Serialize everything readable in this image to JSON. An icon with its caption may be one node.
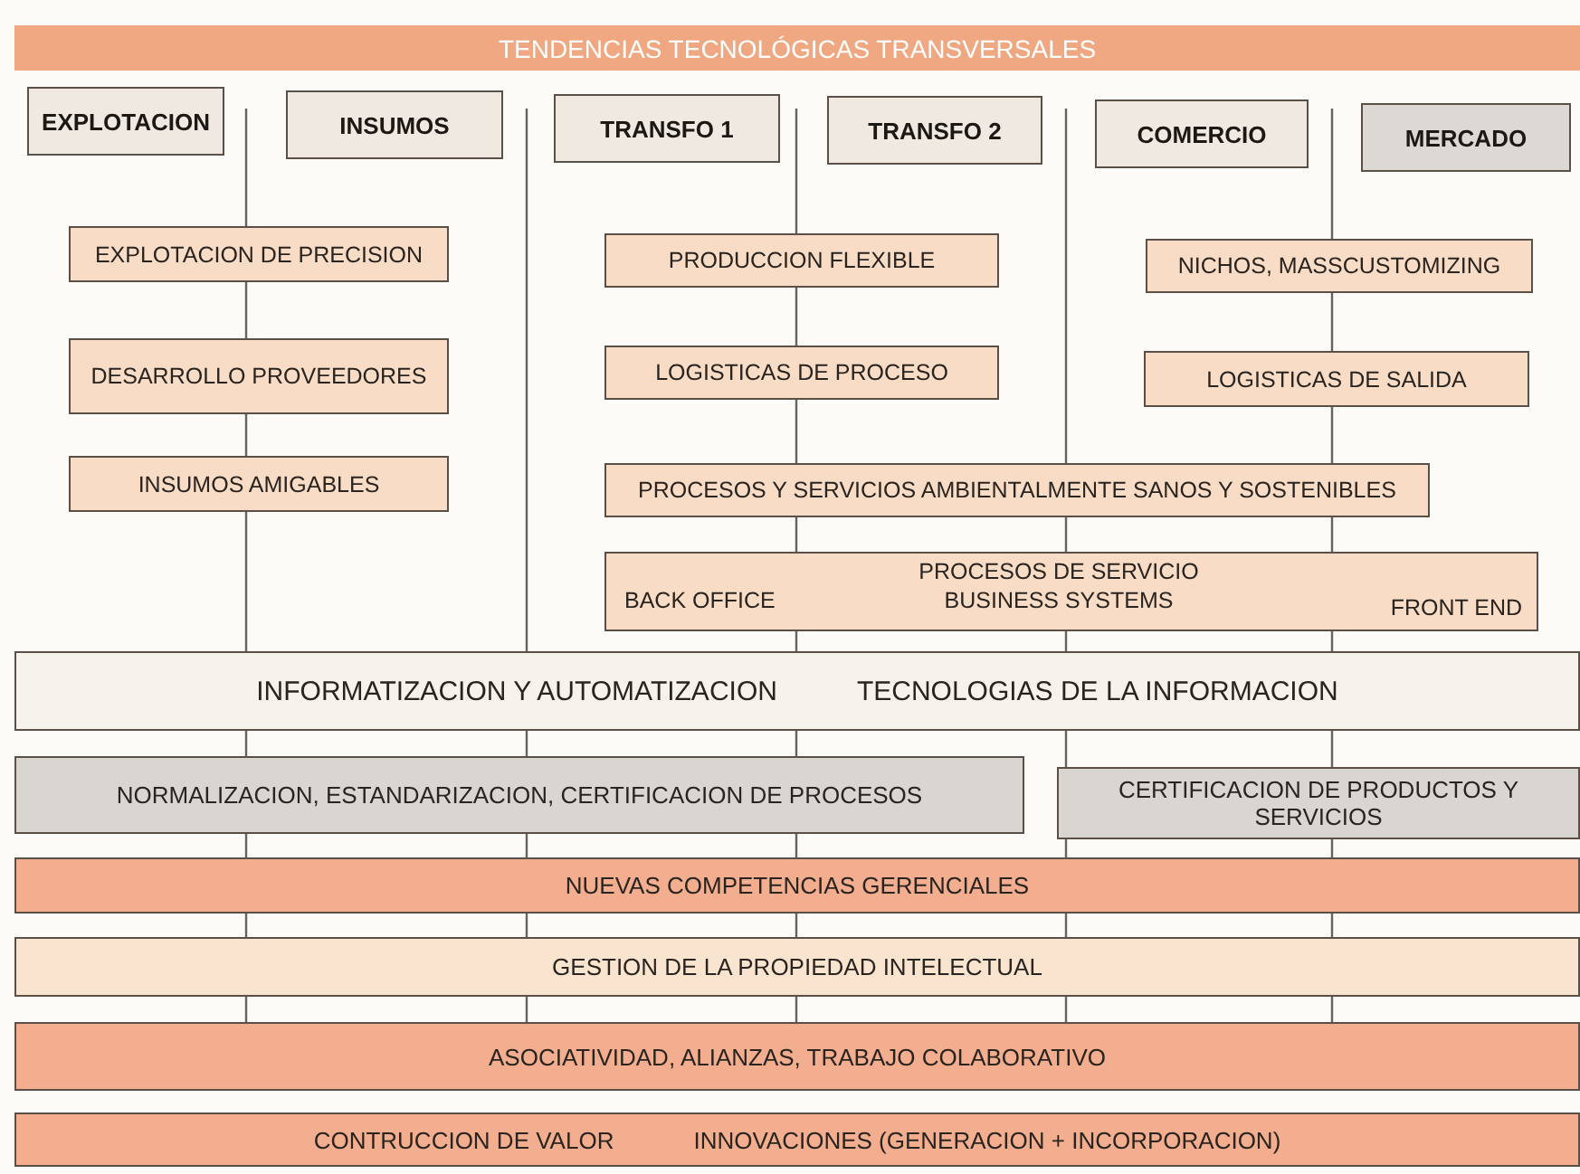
{
  "diagram": {
    "nodes": [
      {
        "text": [
          "TENDENCIAS TECNOLÓGICAS TRANSVERSALES"
        ]
      },
      {
        "text": [
          "EXPLOTACION"
        ]
      },
      {
        "text": [
          "INSUMOS"
        ]
      },
      {
        "text": [
          "TRANSFO 1"
        ]
      },
      {
        "text": [
          "TRANSFO 2"
        ]
      },
      {
        "text": [
          "COMERCIO"
        ]
      },
      {
        "text": [
          "MERCADO"
        ]
      },
      {
        "text": [
          "EXPLOTACION DE PRECISION"
        ]
      },
      {
        "text": [
          "PRODUCCION FLEXIBLE"
        ]
      },
      {
        "text": [
          "NICHOS, MASSCUSTOMIZING"
        ]
      },
      {
        "text": [
          "DESARROLLO PROVEEDORES"
        ]
      },
      {
        "text": [
          "LOGISTICAS DE PROCESO"
        ]
      },
      {
        "text": [
          "LOGISTICAS DE SALIDA"
        ]
      },
      {
        "text": [
          "INSUMOS AMIGABLES"
        ]
      },
      {
        "text": [
          "PROCESOS Y SERVICIOS AMBIENTALMENTE SANOS Y SOSTENIBLES"
        ]
      },
      {
        "text": [
          "PROCESOS DE SERVICIO",
          "BACK OFFICE",
          "BUSINESS SYSTEMS",
          "FRONT END"
        ]
      },
      {
        "text": [
          "INFORMATIZACION Y AUTOMATIZACION",
          "TECNOLOGIAS DE LA INFORMACION"
        ]
      },
      {
        "text": [
          "NORMALIZACION, ESTANDARIZACION, CERTIFICACION DE PROCESOS"
        ]
      },
      {
        "text": [
          "CERTIFICACION DE PRODUCTOS Y SERVICIOS"
        ]
      },
      {
        "text": [
          "NUEVAS COMPETENCIAS GERENCIALES"
        ]
      },
      {
        "text": [
          "GESTION DE LA PROPIEDAD INTELECTUAL"
        ]
      },
      {
        "text": [
          "ASOCIATIVIDAD, ALIANZAS, TRABAJO COLABORATIVO"
        ]
      },
      {
        "text": [
          "CONTRUCCION DE VALOR",
          "INNOVACIONES (GENERACION + INCORPORACION)"
        ]
      }
    ]
  }
}
